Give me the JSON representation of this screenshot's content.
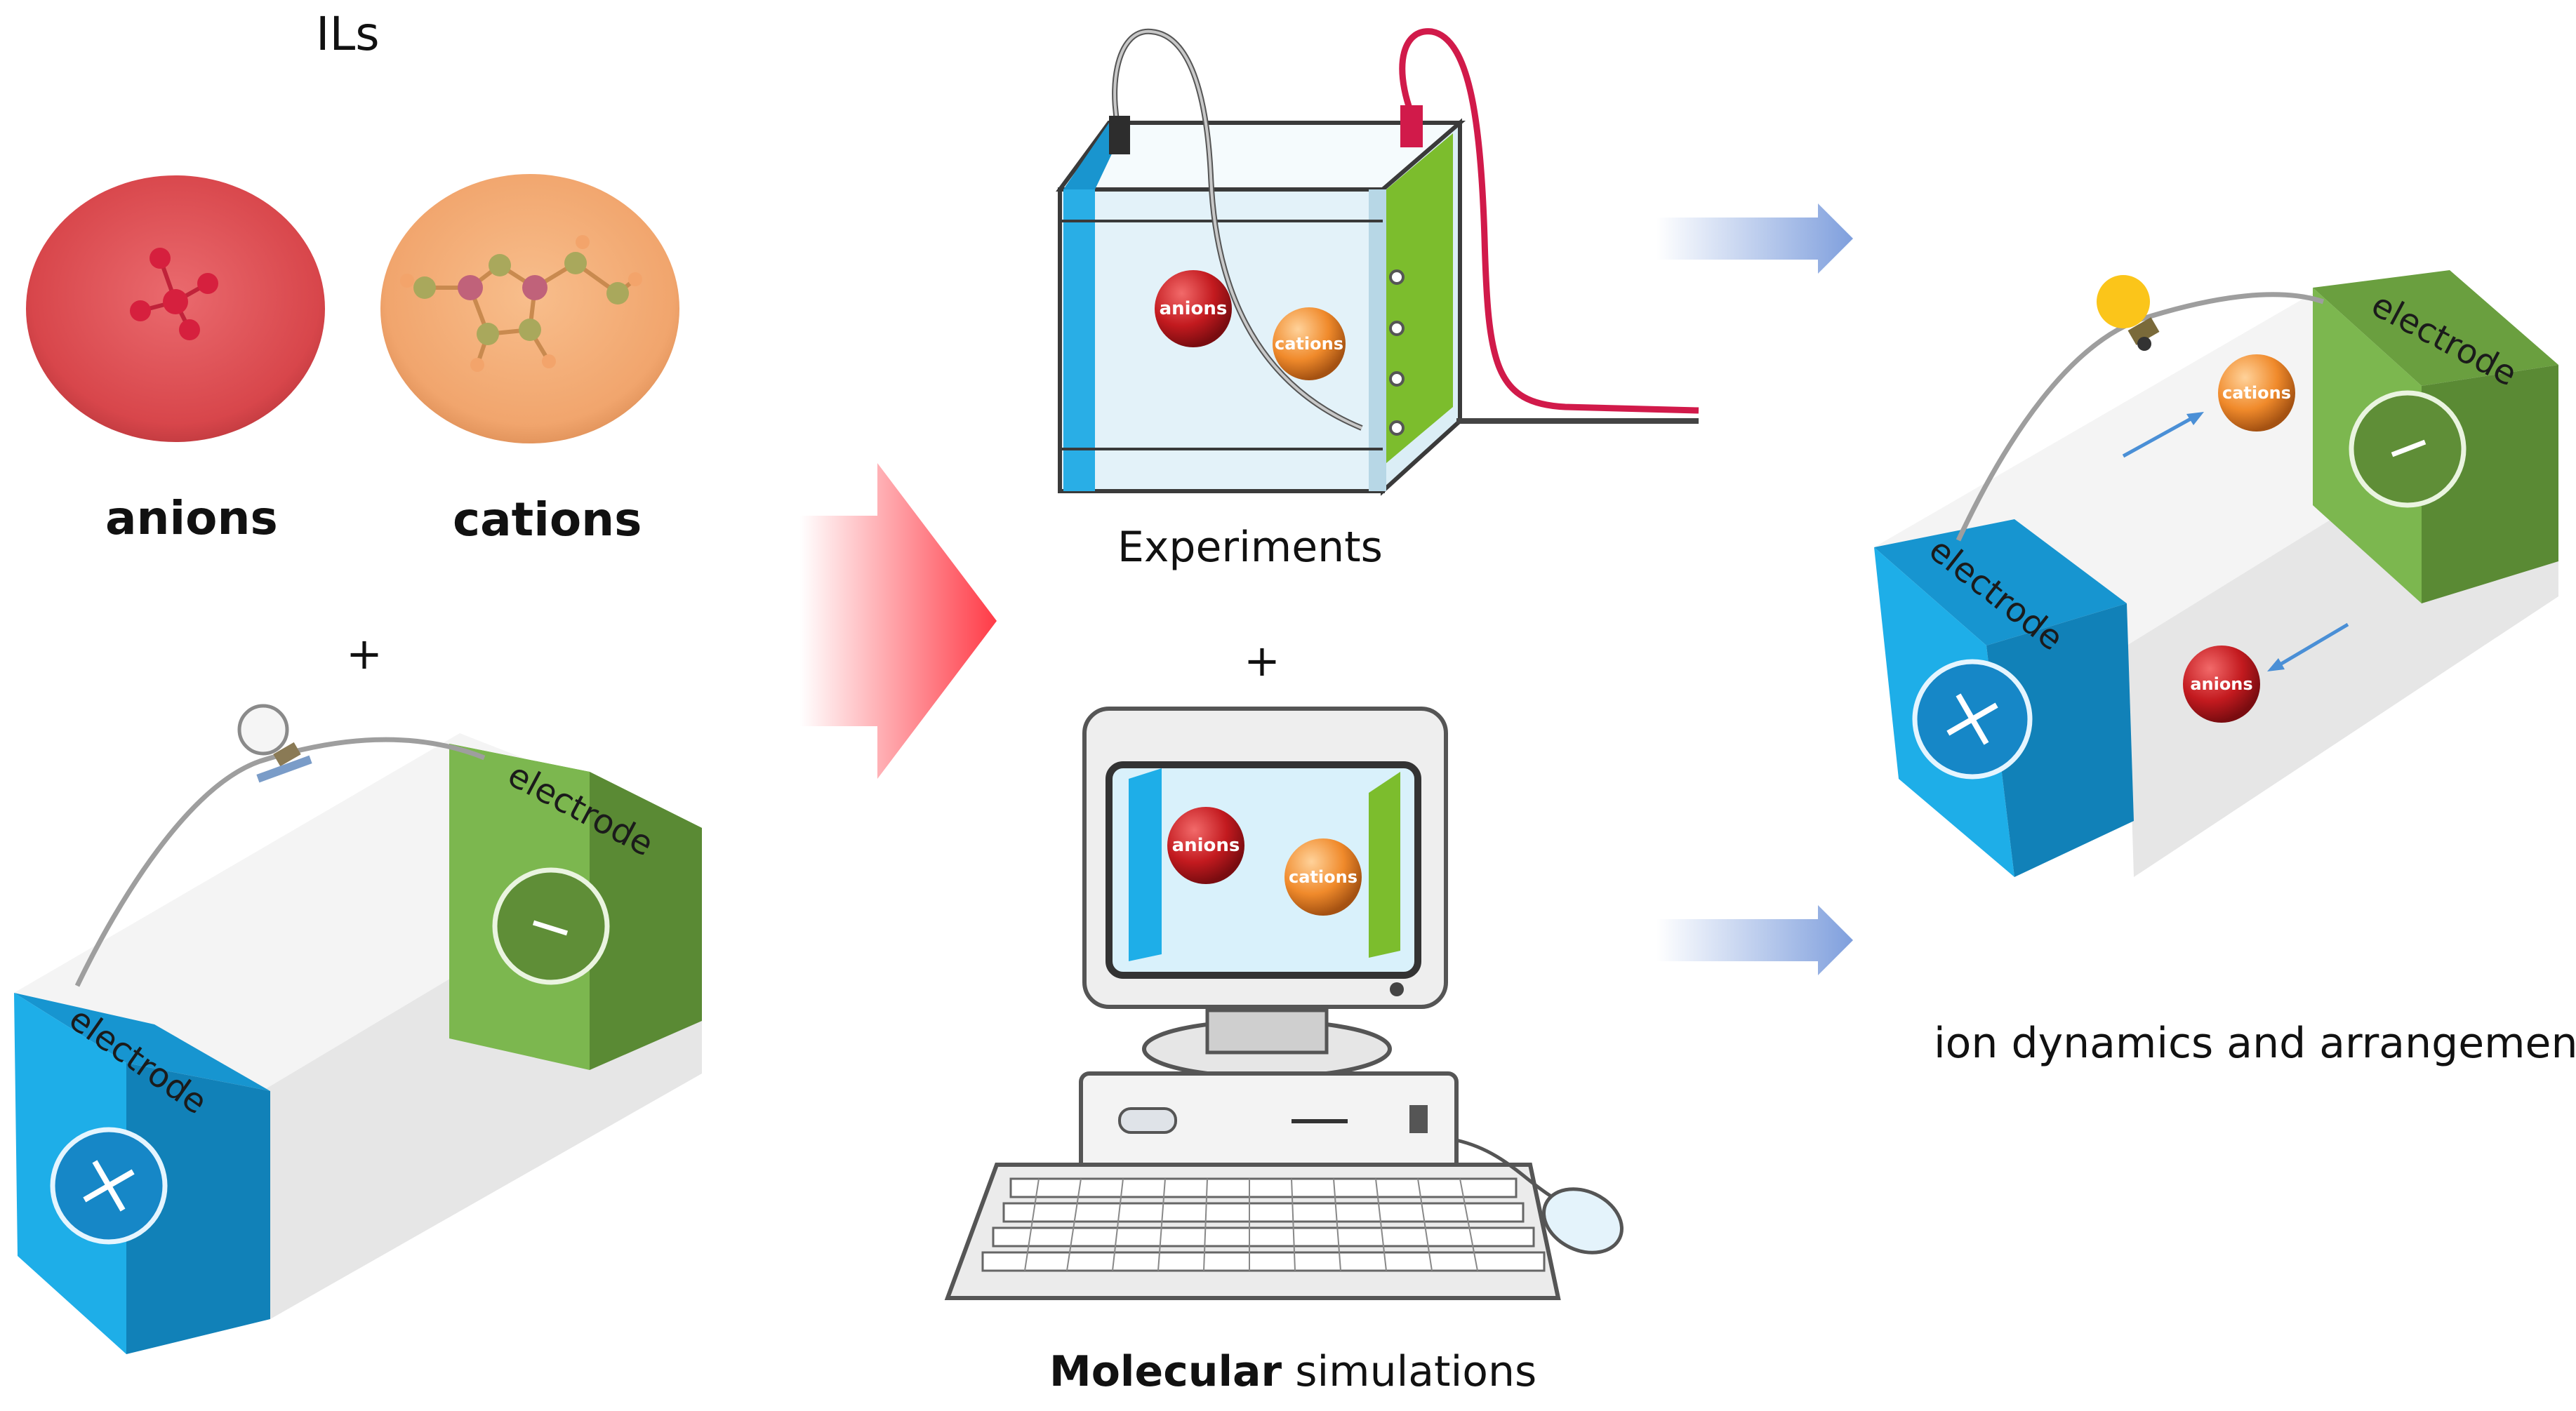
{
  "labels": {
    "ils_title": "ILs",
    "anions": "anions",
    "cations": "cations",
    "plus_left": "+",
    "plus_middle": "+",
    "experiments": "Experiments",
    "molecular": "Molecular",
    "simulations": "simulations",
    "ion_dynamics": "ion dynamics and arrangement"
  },
  "tags": {
    "electrode": "electrode",
    "anions": "anions",
    "cations": "cations"
  },
  "icons": {
    "anion_sphere": "anion-sphere-icon",
    "cation_sphere": "cation-sphere-icon",
    "electrode_cell": "electrode-cell-icon",
    "light_bulb": "light-bulb-icon",
    "experiment_tank": "electrochemical-tank-icon",
    "computer": "computer-icon",
    "arrow": "arrow-icon"
  },
  "colors": {
    "anion": "#d9464b",
    "cation": "#f1a56d",
    "positive_electrode": "#1eaee8",
    "negative_electrode": "#7ab64e",
    "big_arrow": "#ff4d57",
    "small_arrow": "#8ba8e0"
  }
}
